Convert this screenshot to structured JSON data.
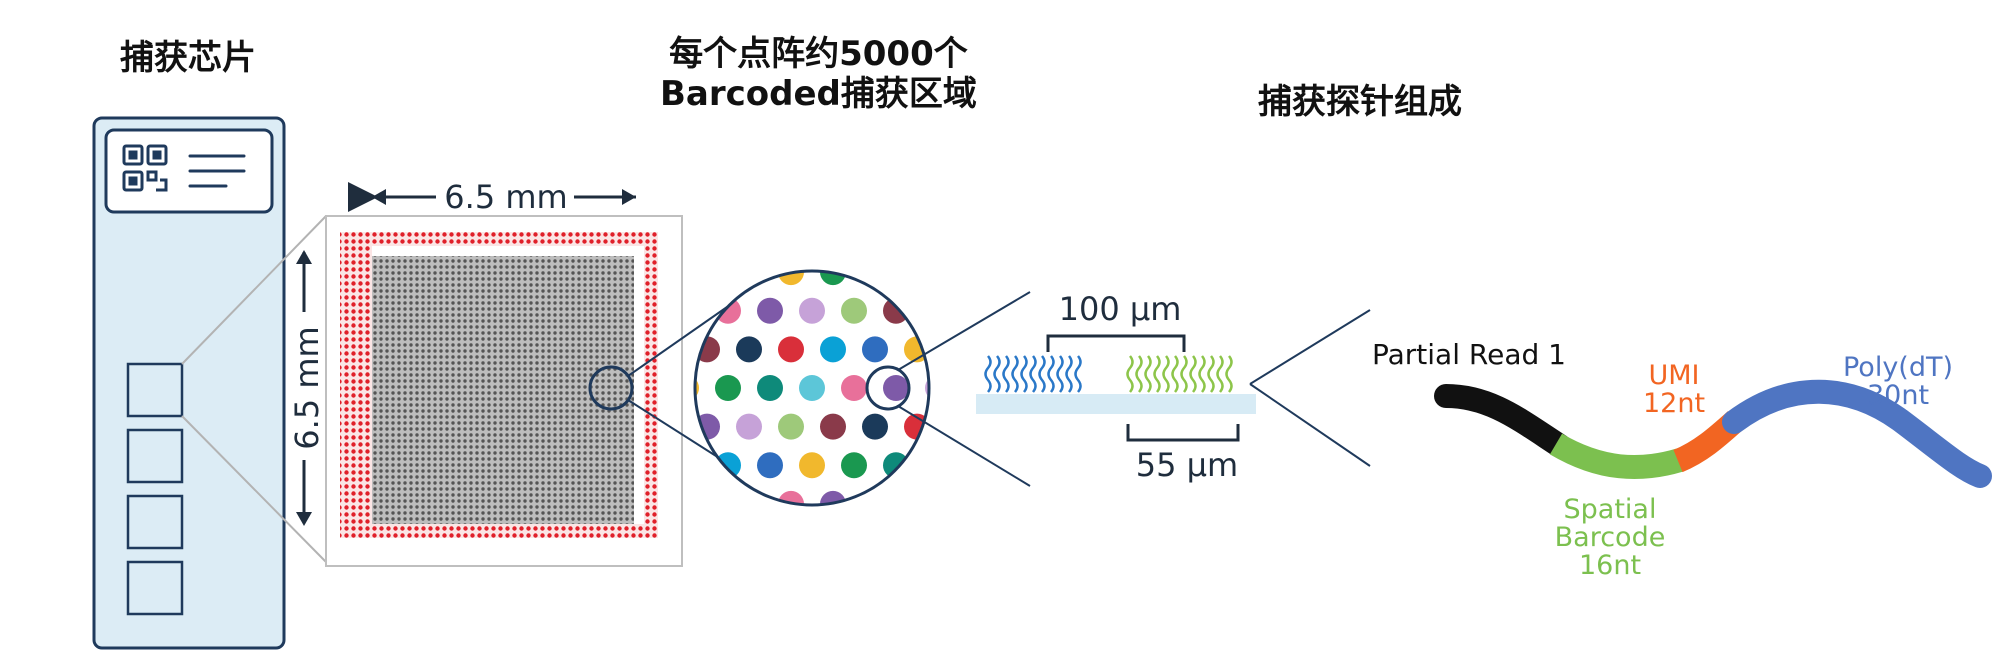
{
  "headings": {
    "chip": "捕获芯片",
    "spots": [
      "每个点阵约5000个",
      "Barcoded捕获区域"
    ],
    "probe": "捕获探针组成"
  },
  "chip": {
    "width_label": "6.5 mm",
    "height_label": "6.5 mm"
  },
  "spot_detail": {
    "spot_diameter_label": "55 μm",
    "spot_distance_label": "100 μm"
  },
  "probe": {
    "partial_read_label": "Partial Read 1",
    "barcode_label": [
      "Spatial",
      "Barcode",
      "16nt"
    ],
    "umi_label": [
      "UMI",
      "12nt"
    ],
    "polydt_label": [
      "Poly(dT)",
      "30nt"
    ]
  },
  "colors": {
    "slide_fill": "#dcecf5",
    "slide_border": "#1f3a5c",
    "capture_area_red": "#e0202a",
    "grid_dark": "#555555",
    "partial_read": "#111111",
    "barcode": "#7cc04f",
    "umi": "#f26522",
    "polydt": "#4f75c2",
    "oligo_blue": "#2a78c8",
    "oligo_green": "#8dc54a",
    "substrate": "#d7ebf5"
  },
  "dot_palette": [
    "#1a9850",
    "#1b3a5a",
    "#e8709a",
    "#2f6dbf",
    "#9ec97a",
    "#0e8a7a",
    "#d92f3a",
    "#7e5aa8",
    "#f1b82d",
    "#8a3a4a",
    "#5cc6d8",
    "#0aa1d6",
    "#c6a2d8"
  ],
  "icons": [
    "qr-code-icon",
    "text-lines-icon"
  ]
}
